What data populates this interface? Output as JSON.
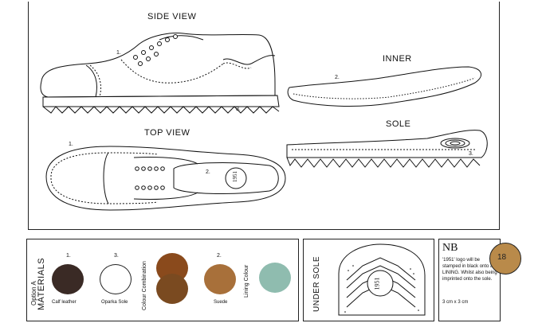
{
  "views": {
    "side_view": "SIDE VIEW",
    "top_view": "TOP VIEW",
    "inner": "INNER",
    "sole": "SOLE"
  },
  "callouts": {
    "side_1": "1.",
    "side_3": "3.",
    "top_1": "1.",
    "top_2": "2.",
    "inner_2": "2.",
    "sole_3": "3."
  },
  "logo_text": "1951",
  "materials": {
    "title_line1": "Option A",
    "title_line2": "MATERIALS",
    "colour_combination": "Colour Combination",
    "lining_colour": "Lining Colour",
    "items": [
      {
        "num": "1.",
        "name": "Calf leather",
        "color": "#3a2a25"
      },
      {
        "num": "3.",
        "name": "Oparka Sole",
        "color": "#ffffff"
      },
      {
        "num": "2.",
        "name": "Suede",
        "color": "#a8703a"
      }
    ],
    "combo_top": "#8a4a1c",
    "combo_bottom": "#7a4a20",
    "lining": "#8fbcaf"
  },
  "under_sole": {
    "label": "UNDER SOLE"
  },
  "nb": {
    "title": "NB",
    "text": "'1951' logo will be stamped in black onto a LINING. Whilst also being imprinted onto the sole.",
    "size": "3 cm x 3 cm"
  },
  "page": {
    "number": "18",
    "tab_color": "#b98a4a"
  }
}
